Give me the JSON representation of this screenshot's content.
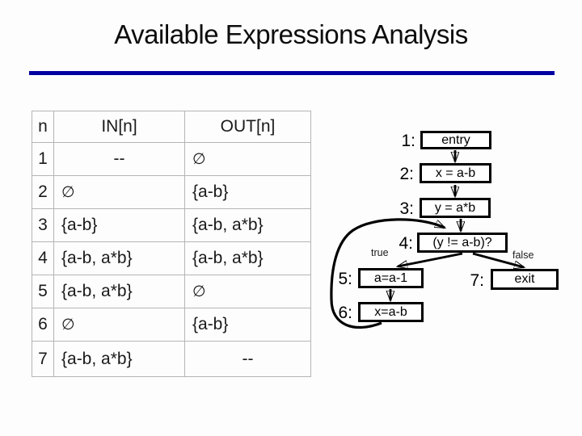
{
  "slide": {
    "title": "Available Expressions Analysis",
    "accent_color": "#0000a0"
  },
  "table": {
    "headers": {
      "n": "n",
      "in": "IN[n]",
      "out": "OUT[n]"
    },
    "rows": [
      {
        "n": "1",
        "in": "--",
        "out": "∅"
      },
      {
        "n": "2",
        "in": "∅",
        "out": "{a-b}"
      },
      {
        "n": "3",
        "in": "{a-b}",
        "out": "{a-b, a*b}"
      },
      {
        "n": "4",
        "in": "{a-b, a*b}",
        "out": "{a-b, a*b}"
      },
      {
        "n": "5",
        "in": "{a-b, a*b}",
        "out": "∅"
      },
      {
        "n": "6",
        "in": "∅",
        "out": "{a-b}"
      },
      {
        "n": "7",
        "in": "{a-b, a*b}",
        "out": "--"
      }
    ]
  },
  "graph": {
    "nodes": [
      {
        "label": "1:",
        "text": "entry"
      },
      {
        "label": "2:",
        "text": "x = a-b"
      },
      {
        "label": "3:",
        "text": "y = a*b"
      },
      {
        "label": "4:",
        "text": "(y != a-b)?"
      },
      {
        "label": "5:",
        "text": "a=a-1"
      },
      {
        "label": "6:",
        "text": "x=a-b"
      },
      {
        "label": "7:",
        "text": "exit"
      }
    ],
    "edge_labels": {
      "true": "true",
      "false": "false"
    }
  }
}
